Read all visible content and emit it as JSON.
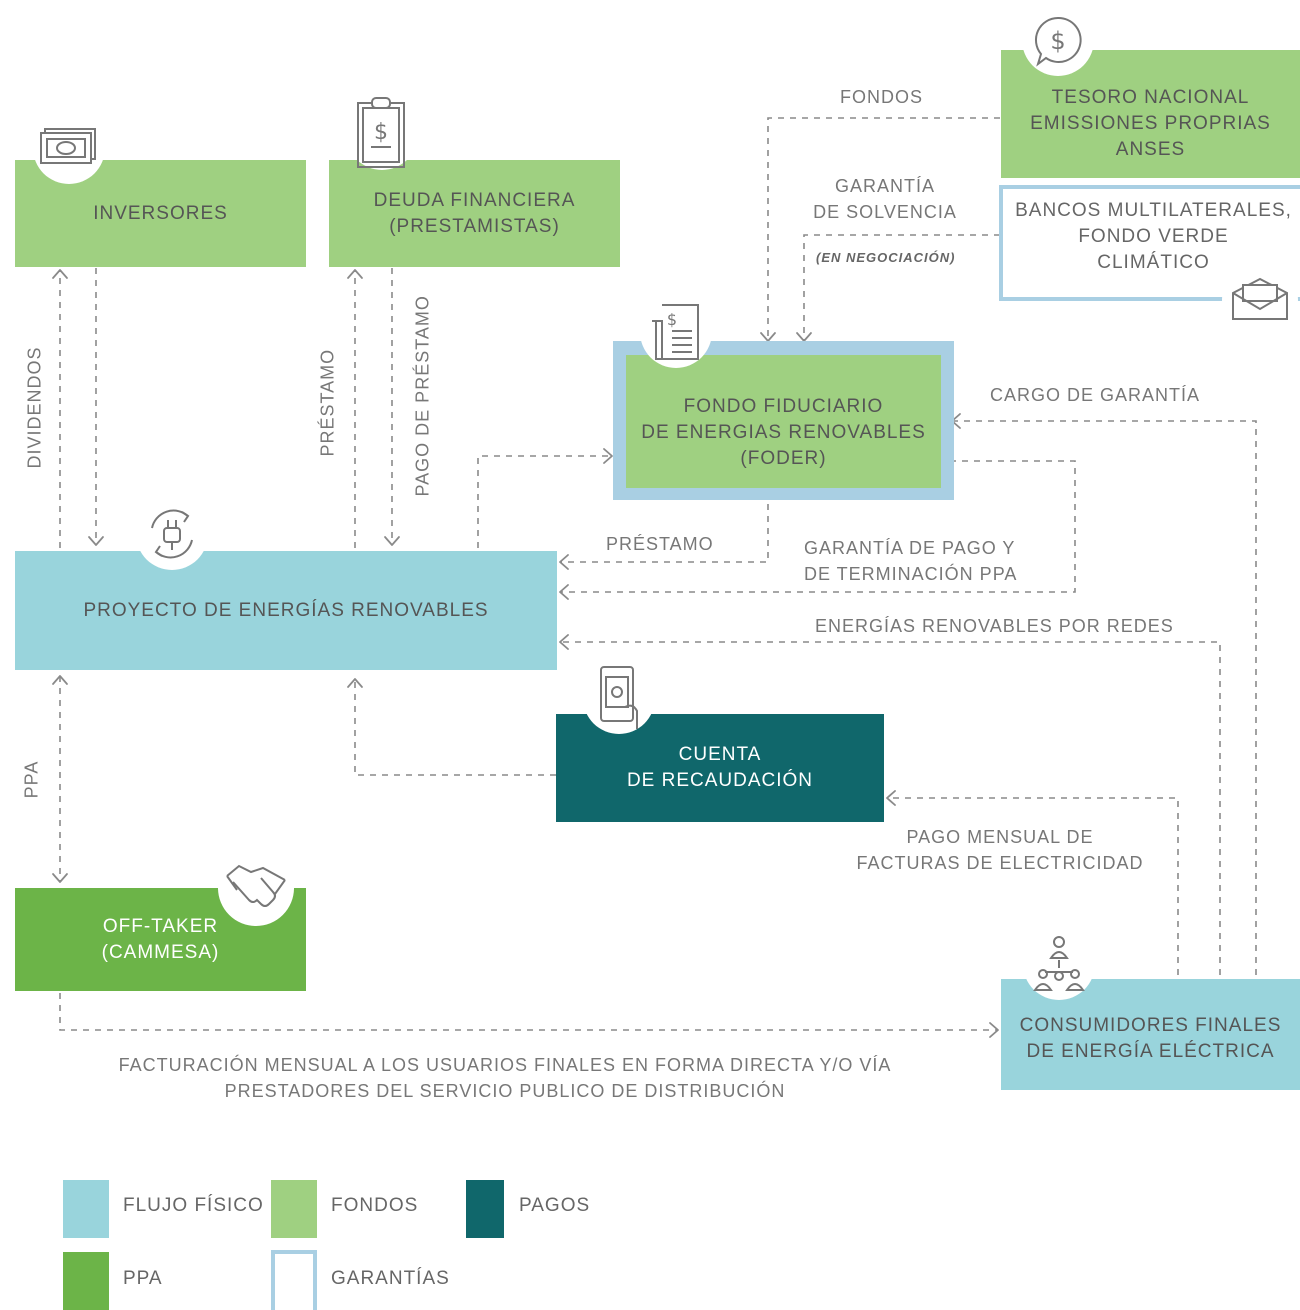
{
  "boxes": {
    "inversores": [
      "INVERSORES"
    ],
    "deuda": [
      "DEUDA FINANCIERA",
      "(PRESTAMISTAS)"
    ],
    "tesoro": [
      "TESORO NACIONAL",
      "EMISSIONES PROPRIAS",
      "ANSES"
    ],
    "bancos": [
      "BANCOS MULTILATERALES,",
      "FONDO VERDE",
      "CLIMÁTICO"
    ],
    "foder": [
      "FONDO FIDUCIARIO",
      "DE ENERGIAS RENOVABLES",
      "(FODER)"
    ],
    "proyecto": [
      "PROYECTO DE ENERGÍAS RENOVABLES"
    ],
    "cuenta": [
      "CUENTA",
      "DE RECAUDACIÓN"
    ],
    "offtaker": [
      "OFF-TAKER",
      "(CAMMESA)"
    ],
    "consumidores": [
      "CONSUMIDORES FINALES",
      "DE ENERGÍA ELÉCTRICA"
    ]
  },
  "labels": {
    "fondos": "FONDOS",
    "garantia_solvencia": [
      "GARANTÍA",
      "DE SOLVENCIA"
    ],
    "en_negociacion": "(EN NEGOCIACIÓN)",
    "cargo_garantia": "CARGO DE GARANTÍA",
    "prestamo_foder": "PRÉSTAMO",
    "garantia_pago": [
      "GARANTÍA DE PAGO Y",
      "DE TERMINACIÓN PPA"
    ],
    "energias_redes": "ENERGÍAS RENOVABLES POR REDES",
    "pago_mensual": [
      "PAGO MENSUAL DE",
      "FACTURAS DE ELECTRICIDAD"
    ],
    "facturacion": [
      "FACTURACIÓN MENSUAL A LOS USUARIOS FINALES EN FORMA DIRECTA Y/O VÍA",
      "PRESTADORES DEL SERVICIO PUBLICO DE DISTRIBUCIÓN"
    ],
    "dividendos": "DIVIDENDOS",
    "prestamo_vertical": "PRÉSTAMO",
    "pago_prestamo": "PAGO DE PRÉSTAMO",
    "ppa": "PPA"
  },
  "legend": [
    {
      "label": "FLUJO FÍSICO",
      "color": "#99d4dc"
    },
    {
      "label": "FONDOS",
      "color": "#9fd081"
    },
    {
      "label": "PAGOS",
      "color": "#10676b"
    },
    {
      "label": "PPA",
      "color": "#6cb448"
    },
    {
      "label": "GARANTÍAS",
      "color": "#a9cfe3"
    }
  ],
  "icons": [
    "cash-icon",
    "clipboard-dollar-icon",
    "dollar-bubble-icon",
    "envelope-cash-icon",
    "receipt-dollar-icon",
    "plug-cycle-icon",
    "phone-payment-icon",
    "handshake-icon",
    "people-network-icon"
  ],
  "colors": {
    "fondos_green": "#9fd081",
    "flujo_blue": "#99d4dc",
    "pagos_teal": "#10676b",
    "ppa_green": "#6cb448",
    "garantias_blue": "#a9cfe3",
    "arrow_gray": "#888888"
  }
}
